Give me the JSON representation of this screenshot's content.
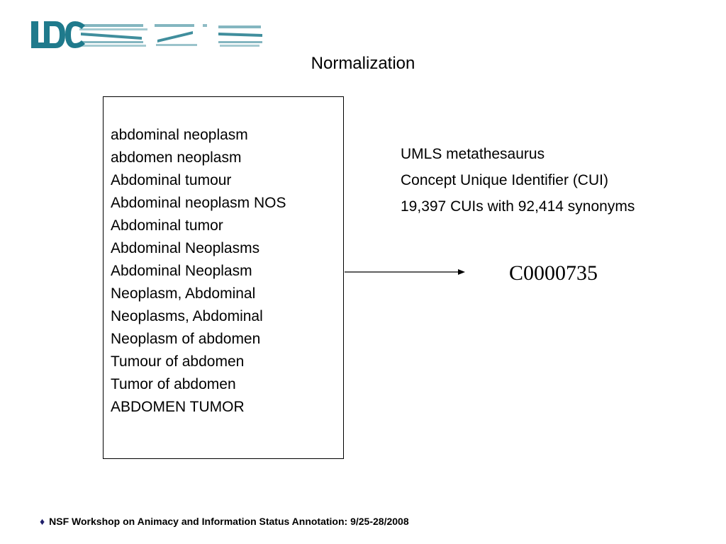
{
  "logo": {
    "text": "LDC",
    "color": "#1f7a8c"
  },
  "slide": {
    "title": "Normalization"
  },
  "synonyms": [
    "abdominal neoplasm",
    "abdomen neoplasm",
    "Abdominal tumour",
    "Abdominal neoplasm NOS",
    "Abdominal tumor",
    "Abdominal Neoplasms",
    "Abdominal Neoplasm",
    "Neoplasm, Abdominal",
    "Neoplasms, Abdominal",
    "Neoplasm of abdomen",
    "Tumour of abdomen",
    "Tumor of abdomen",
    "ABDOMEN TUMOR"
  ],
  "info": {
    "line1": "UMLS metathesaurus",
    "line2": "Concept Unique Identifier (CUI)",
    "line3": "19,397 CUIs with 92,414 synonyms"
  },
  "cui": {
    "code": "C0000735"
  },
  "footer": {
    "bullet": "♦",
    "text": "NSF Workshop on Animacy and Information Status Annotation: 9/25-28/2008"
  },
  "colors": {
    "accent": "#1f7a8c",
    "bullet": "#1f1f6a"
  }
}
